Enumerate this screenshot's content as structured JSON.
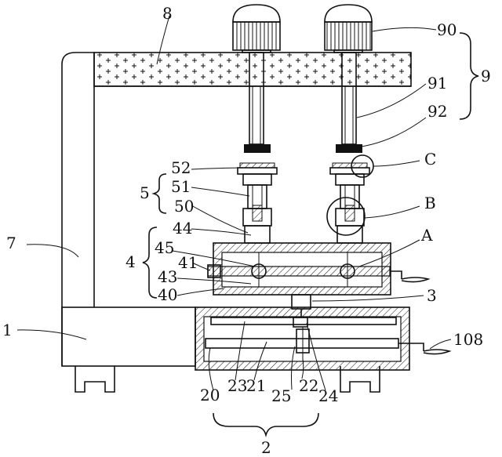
{
  "labels": {
    "l8": "8",
    "l90": "90",
    "l9": "9",
    "l91": "91",
    "l92": "92",
    "lC": "C",
    "l52": "52",
    "l5": "5",
    "l51": "51",
    "l50": "50",
    "lB": "B",
    "l7": "7",
    "l44": "44",
    "lA": "A",
    "l45": "45",
    "l4": "4",
    "l41": "41",
    "l43": "43",
    "l40": "40",
    "l3": "3",
    "l1": "1",
    "l108": "108",
    "l20": "20",
    "l23": "23",
    "l21": "21",
    "l25": "25",
    "l22": "22",
    "l24": "24",
    "l2": "2"
  }
}
